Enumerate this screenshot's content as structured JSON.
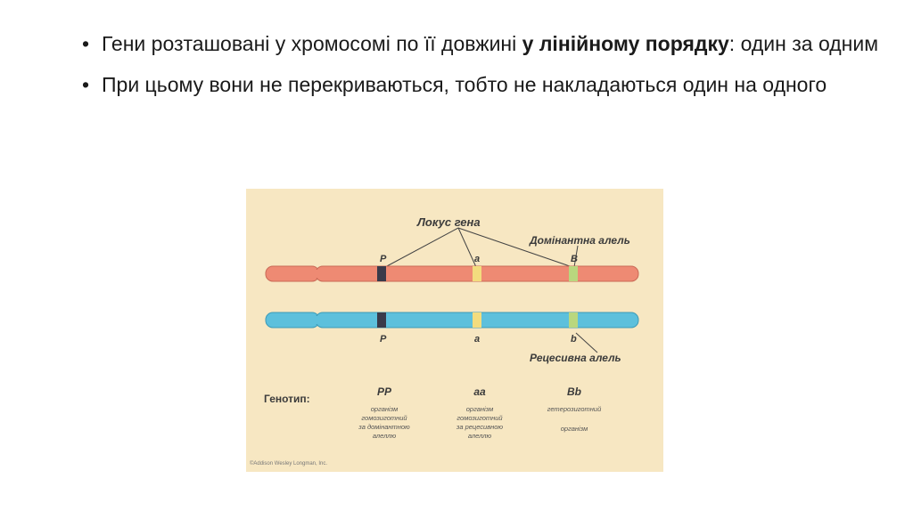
{
  "bullets": [
    {
      "before": "Гени розташовані у хромосомі по її довжині ",
      "bold": "у лінійному порядку",
      "after": ": один за одним"
    },
    {
      "before": "При цьому вони не перекриваються, тобто не накладаються один на одного",
      "bold": "",
      "after": ""
    }
  ],
  "figure": {
    "locus_label": "Локус гена",
    "dominant_label": "Домінантна алель",
    "recessive_label": "Рецесивна алель",
    "top_alleles": [
      "P",
      "a",
      "B"
    ],
    "bottom_alleles": [
      "P",
      "a",
      "b"
    ],
    "genotype_label": "Генотип:",
    "genotypes": [
      {
        "code": "PP",
        "line1": "організм",
        "line2": "гомозиготний",
        "line3": "за домінантною",
        "line4": "алеллю"
      },
      {
        "code": "aa",
        "line1": "організм",
        "line2": "гомозиготний",
        "line3": "за рецесивною",
        "line4": "алеллю"
      },
      {
        "code": "Bb",
        "line1": "гетерозиготний",
        "line2": "",
        "line3": "організм",
        "line4": ""
      }
    ],
    "credit": "©Addison Wesley Longman, Inc.",
    "colors": {
      "background": "#f7e7c2",
      "top_chromosome": "#ee8a73",
      "bottom_chromosome": "#5dc0dc",
      "band_dark": "#3a3a4a",
      "band_yellow": "#f3dc7e",
      "band_green": "#b9d77e"
    }
  }
}
